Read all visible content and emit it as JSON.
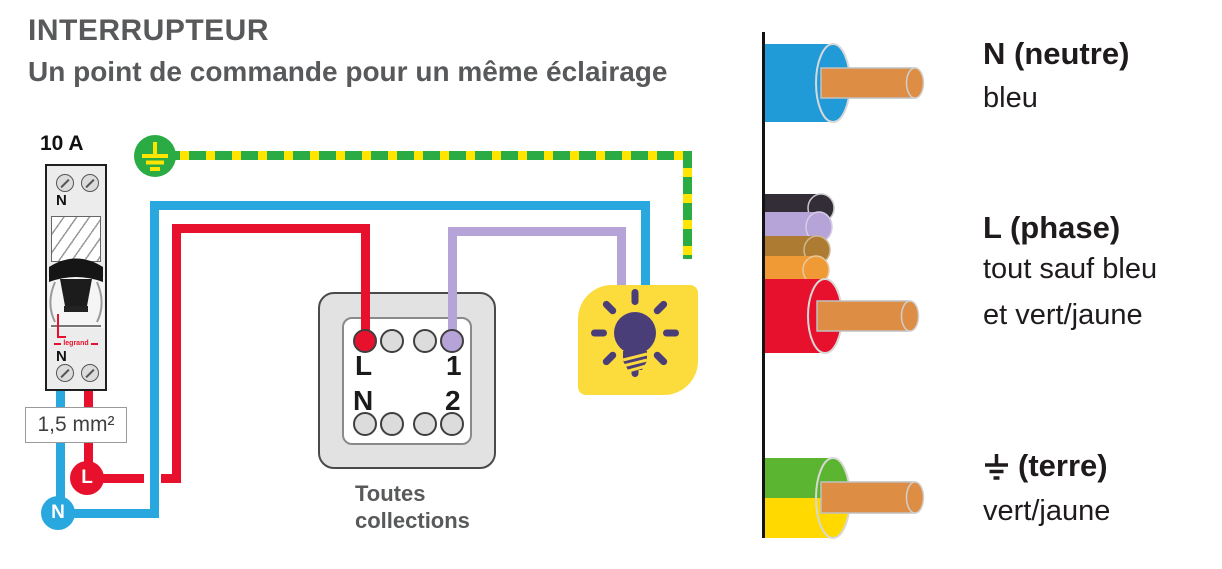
{
  "header": {
    "title": "INTERRUPTEUR",
    "subtitle": "Un point de commande pour un même éclairage"
  },
  "diagram": {
    "breaker": {
      "rating": "10 A",
      "terminal_label_top": "N",
      "terminal_label_bottom": "N",
      "brand": "legrand"
    },
    "wire_size_label": "1,5 mm²",
    "phase_node_label": "L",
    "neutral_node_label": "N",
    "switch": {
      "label_l": "L",
      "label_1": "1",
      "label_n": "N",
      "label_2": "2",
      "caption_line1": "Toutes",
      "caption_line2": "collections"
    }
  },
  "legend": {
    "neutral": {
      "title": "N (neutre)",
      "subtitle": "bleu"
    },
    "phase": {
      "title": "L (phase)",
      "subtitle_line1": "tout sauf bleu",
      "subtitle_line2": "et vert/jaune"
    },
    "earth": {
      "title": "(terre)",
      "subtitle": "vert/jaune"
    }
  },
  "icons": {
    "earth_badge": "earth-ground-symbol",
    "earth_legend": "earth-ground-symbol",
    "bulb": "light-bulb",
    "screws": "screw-head",
    "toggle": "breaker-toggle-lever"
  },
  "colors": {
    "neutral_blue": "#29a8e0",
    "phase_red": "#e8112d",
    "switched_lavender": "#b6a3d8",
    "earth_green": "#2aab43",
    "earth_yellow": "#ffe500",
    "terre_cyl_green": "#5cb531",
    "terre_cyl_yellow": "#ffd900",
    "lamp_yellow": "#fcdb3d",
    "bulb_indigo": "#4a3e79",
    "copper_orange": "#dd8e44",
    "cyl_blue": "#219bd8",
    "phase_black": "#332d38",
    "phase_brown": "#ad7b31",
    "phase_orange": "#f09a36",
    "text_gray": "#58595b",
    "text_dark": "#1f1b1c"
  }
}
